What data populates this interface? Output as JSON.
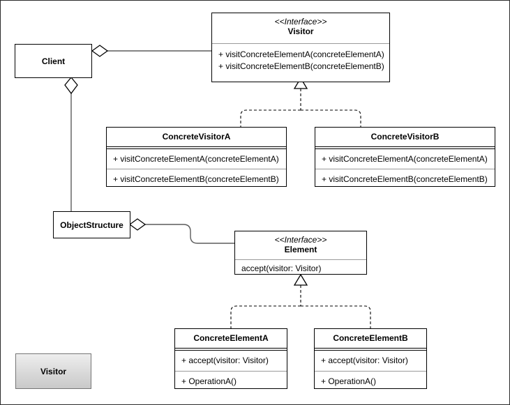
{
  "diagram": {
    "title": "Visitor",
    "legend_label": "Visitor",
    "classes": {
      "client": {
        "name": "Client"
      },
      "visitor": {
        "stereotype": "<<Interface>>",
        "name": "Visitor",
        "methods": [
          "+ visitConcreteElementA(concreteElementA)",
          "+ visitConcreteElementB(concreteElementB)"
        ]
      },
      "concrete_visitor_a": {
        "name": "ConcreteVisitorA",
        "methods": [
          "+ visitConcreteElementA(concreteElementA)",
          "+ visitConcreteElementB(concreteElementB)"
        ]
      },
      "concrete_visitor_b": {
        "name": "ConcreteVisitorB",
        "methods": [
          "+ visitConcreteElementA(concreteElementA)",
          "+ visitConcreteElementB(concreteElementB)"
        ]
      },
      "object_structure": {
        "name": "ObjectStructure"
      },
      "element": {
        "stereotype": "<<Interface>>",
        "name": "Element",
        "methods": [
          "accept(visitor: Visitor)"
        ]
      },
      "concrete_element_a": {
        "name": "ConcreteElementA",
        "methods": [
          "+ accept(visitor: Visitor)",
          "+ OperationA()"
        ]
      },
      "concrete_element_b": {
        "name": "ConcreteElementB",
        "methods": [
          "+ accept(visitor: Visitor)",
          "+ OperationA()"
        ]
      }
    },
    "relationships": [
      {
        "kind": "aggregation",
        "from": "Client",
        "to": "Visitor"
      },
      {
        "kind": "aggregation",
        "from": "Client",
        "to": "ObjectStructure"
      },
      {
        "kind": "realization",
        "from": "ConcreteVisitorA",
        "to": "Visitor"
      },
      {
        "kind": "realization",
        "from": "ConcreteVisitorB",
        "to": "Visitor"
      },
      {
        "kind": "aggregation",
        "from": "ObjectStructure",
        "to": "Element"
      },
      {
        "kind": "realization",
        "from": "ConcreteElementA",
        "to": "Element"
      },
      {
        "kind": "realization",
        "from": "ConcreteElementB",
        "to": "Element"
      }
    ],
    "colors": {
      "line": "#000000",
      "soft_line": "#5c5c5c",
      "separator": "#9a9a9a",
      "legend_border": "#757575",
      "canvas": "#ffffff"
    }
  }
}
